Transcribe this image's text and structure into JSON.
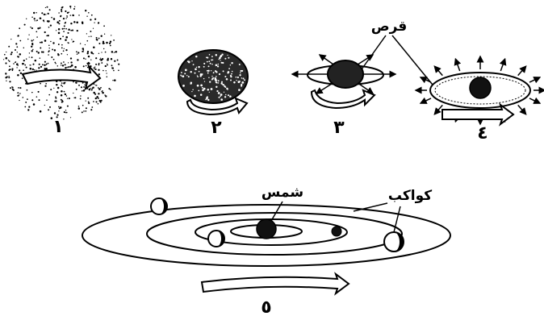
{
  "stages": [
    {
      "number": "١"
    },
    {
      "number": "٢"
    },
    {
      "number": "٣"
    },
    {
      "number": "٤"
    },
    {
      "number": "٥"
    }
  ],
  "labels": {
    "disk": "قرص",
    "sun": "شمس",
    "planets": "کواکب"
  },
  "colors": {
    "ink": "#000000",
    "paper": "#ffffff"
  }
}
